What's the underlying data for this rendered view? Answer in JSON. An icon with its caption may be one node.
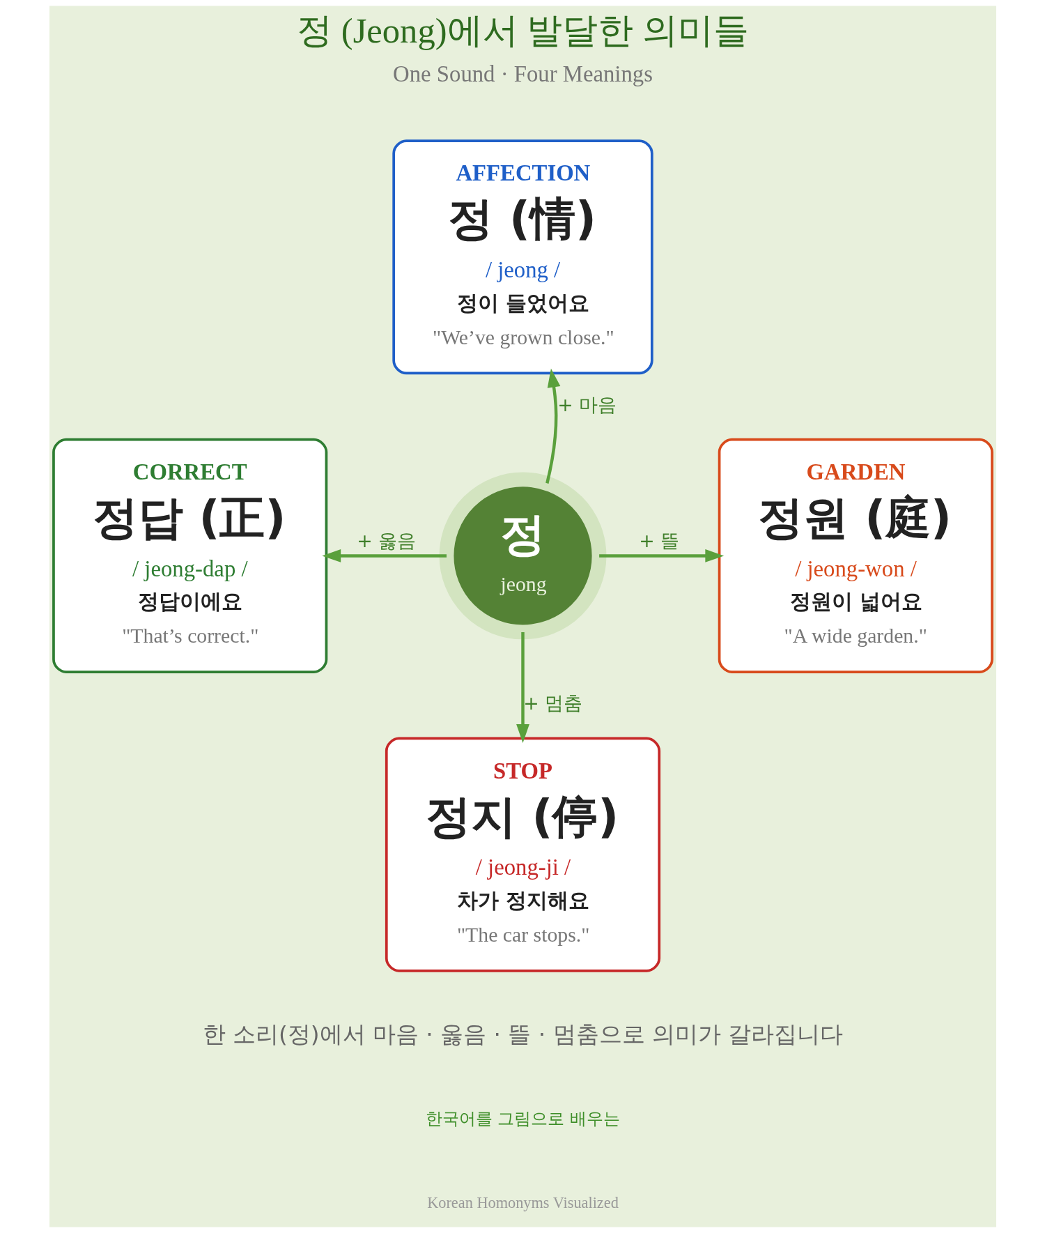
{
  "diagram": {
    "title": "정 (Jeong)에서 발달한 의미들",
    "nodes": [
      {
        "text": [
          "AFFECTION",
          "정 (情)",
          "/ jeong /",
          "정이 들었어요",
          "\"We’ve grown close.\""
        ]
      },
      {
        "text": [
          "CORRECT",
          "정답 (正)",
          "/ jeong-dap /",
          "정답이에요",
          "\"That’s correct.\""
        ]
      },
      {
        "text": [
          "정",
          "jeong"
        ]
      },
      {
        "text": [
          "GARDEN",
          "정원 (庭)",
          "/ jeong-won /",
          "정원이 넓어요",
          "\"A wide garden.\""
        ]
      },
      {
        "text": [
          "STOP",
          "정지 (停)",
          "/ jeong-ji /",
          "차가 정지해요",
          "\"The car stops.\""
        ]
      }
    ],
    "edges": [
      {
        "from": 2,
        "to": 0,
        "arrow": "to",
        "label": "+ 마음"
      },
      {
        "from": 2,
        "to": 1,
        "arrow": "to",
        "label": "+ 옳음"
      },
      {
        "from": 2,
        "to": 3,
        "arrow": "to",
        "label": "+ 뜰"
      },
      {
        "from": 2,
        "to": 4,
        "arrow": "to",
        "label": "+ 멈춤"
      }
    ],
    "labels": [
      "One Sound · Four Meanings",
      "한 소리(정)에서 마음 · 옳음 · 뜰 · 멈춤으로 의미가 갈라집니다",
      "한국어를 그림으로 배우는",
      "Korean Homonyms Visualized"
    ]
  }
}
